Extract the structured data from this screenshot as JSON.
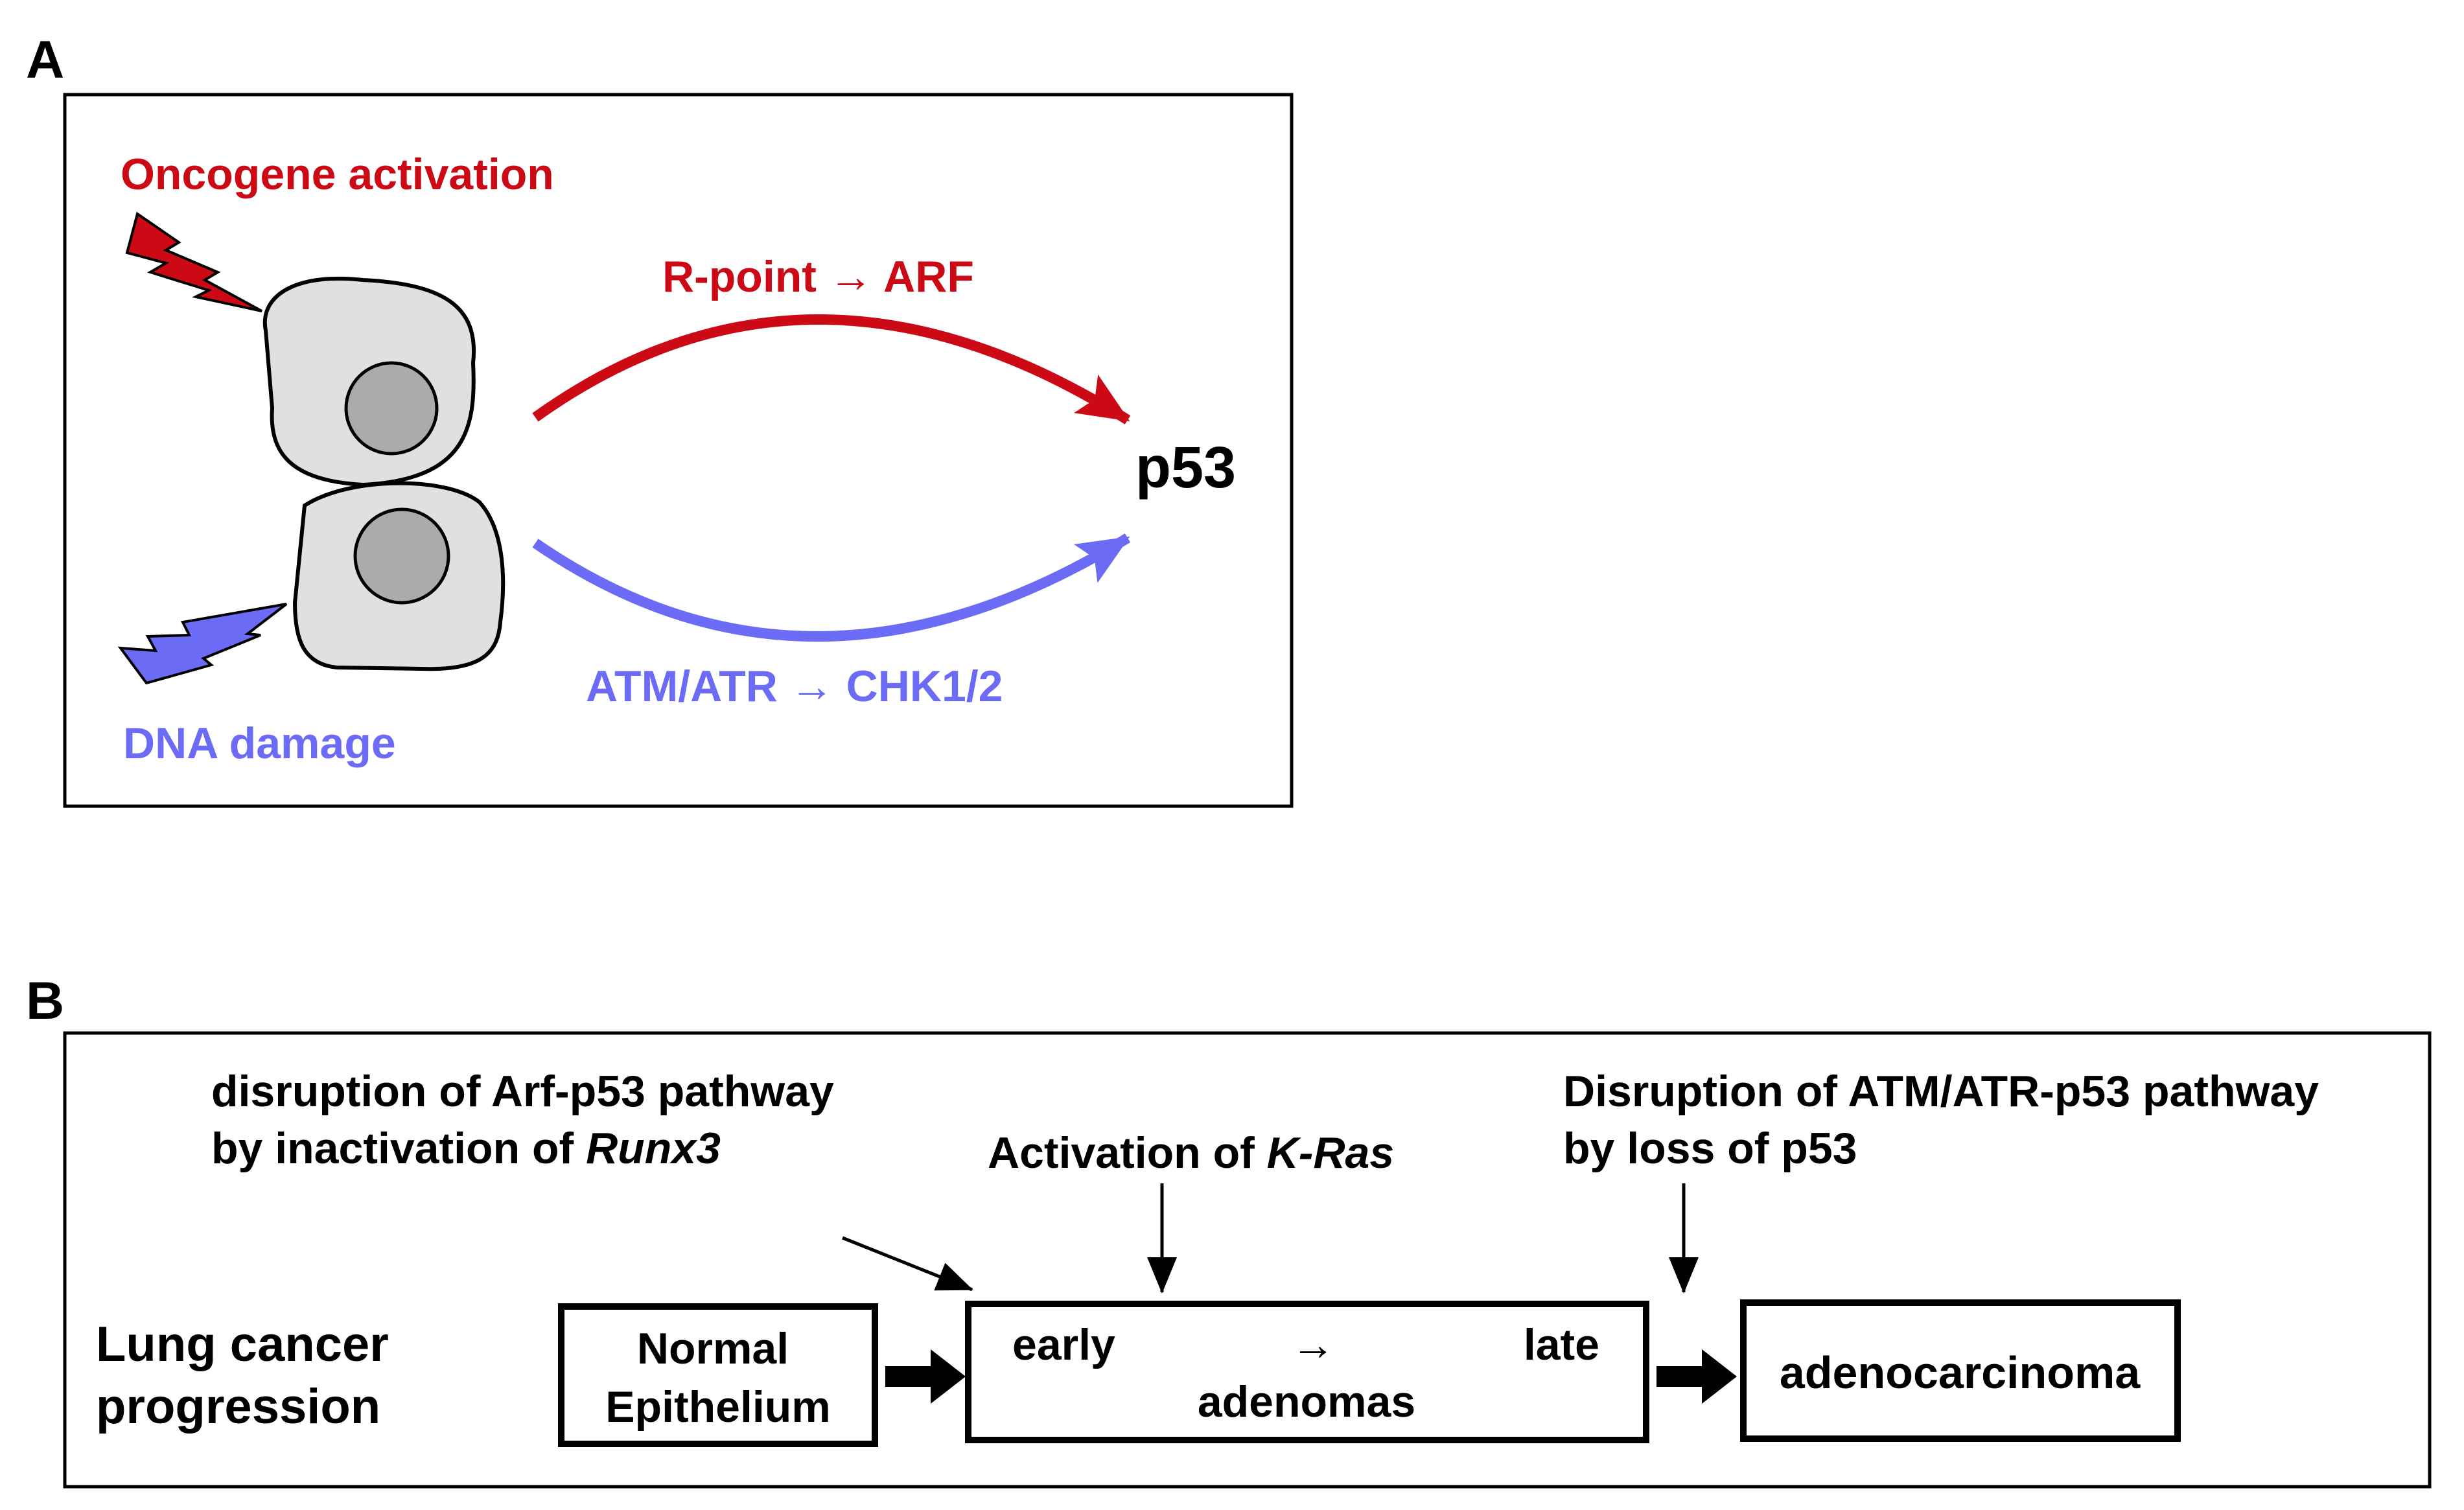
{
  "colors": {
    "red": "#cc0a16",
    "blue": "#6b6bf5",
    "cell_fill": "#e0e0e0",
    "nucleus_fill": "#ababab",
    "black": "#000000"
  },
  "panel_a": {
    "label": "A",
    "oncogene_activation": "Oncogene activation",
    "dna_damage": "DNA damage",
    "rpoint_arf": "R-point  →  ARF",
    "atm_chk": "ATM/ATR  →  CHK1/2",
    "p53": "p53",
    "icons": [
      "lightning-bolt-icon",
      "lightning-bolt-icon",
      "cell-icon",
      "cell-icon"
    ]
  },
  "panel_b": {
    "label": "B",
    "arf_disruption_line1": "disruption of Arf-p53 pathway",
    "arf_disruption_line2_prefix": "by inactivation of ",
    "arf_disruption_line2_gene": "Runx3",
    "kras_prefix": "Activation of ",
    "kras_gene": "K-Ras",
    "atm_disruption_line1": "Disruption of ATM/ATR-p53 pathway",
    "atm_disruption_line2": "by loss of p53",
    "progression_line1": "Lung cancer",
    "progression_line2": "progression",
    "normal_line1": "Normal",
    "normal_line2": "Epithelium",
    "early": "early",
    "stage_arrow": "→",
    "late": "late",
    "adenomas": "adenomas",
    "adenocarcinoma": "adenocarcinoma"
  }
}
